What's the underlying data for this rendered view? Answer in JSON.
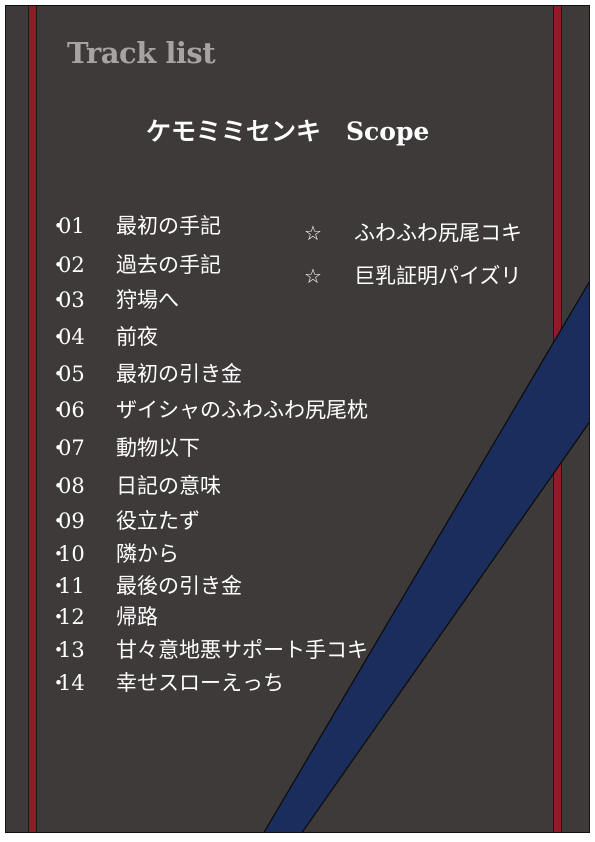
{
  "heading": "Track list",
  "title": "ケモミミセンキ　Scope",
  "tracks": [
    {
      "num": "01",
      "title": "最初の手記"
    },
    {
      "num": "02",
      "title": "過去の手記"
    },
    {
      "num": "03",
      "title": "狩場へ"
    },
    {
      "num": "04",
      "title": "前夜"
    },
    {
      "num": "05",
      "title": "最初の引き金"
    },
    {
      "num": "06",
      "title": "ザイシャのふわふわ尻尾枕"
    },
    {
      "num": "07",
      "title": "動物以下"
    },
    {
      "num": "08",
      "title": "日記の意味"
    },
    {
      "num": "09",
      "title": "役立たず"
    },
    {
      "num": "10",
      "title": "隣から"
    },
    {
      "num": "11",
      "title": "最後の引き金"
    },
    {
      "num": "12",
      "title": "帰路"
    },
    {
      "num": "13",
      "title": "甘々意地悪サポート手コキ"
    },
    {
      "num": "14",
      "title": "幸せスローえっち"
    }
  ],
  "extras": [
    {
      "mark": "☆",
      "title": "ふわふわ尻尾コキ"
    },
    {
      "mark": "☆",
      "title": "巨乳証明パイズリ"
    }
  ],
  "colors": {
    "background": "#3d3a39",
    "stripe": "#8e1c26",
    "sash": "#1b2d5c",
    "heading": "#a6a3a1",
    "text": "#ffffff"
  }
}
